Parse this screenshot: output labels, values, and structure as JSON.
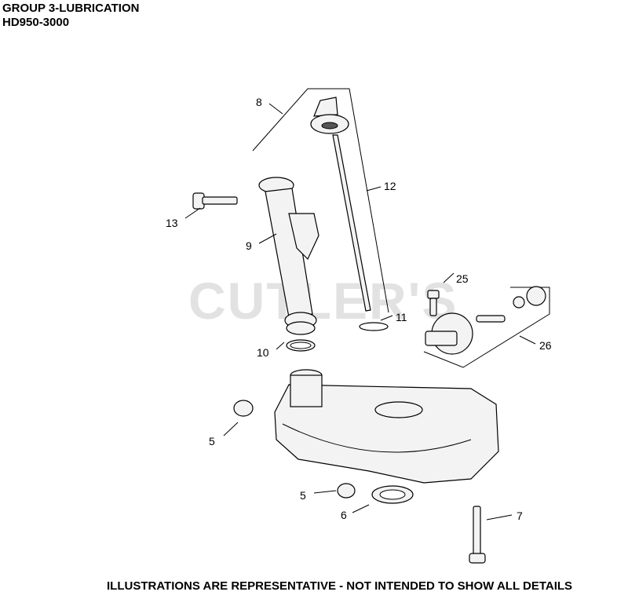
{
  "header": {
    "title": "GROUP 3-LUBRICATION",
    "model": "HD950-3000"
  },
  "watermark": "CUTLER'S",
  "footer": "ILLUSTRATIONS ARE REPRESENTATIVE - NOT INTENDED TO SHOW ALL DETAILS",
  "callouts": {
    "c8": "8",
    "c12": "12",
    "c13": "13",
    "c9": "9",
    "c25": "25",
    "c11": "11",
    "c10": "10",
    "c26": "26",
    "c5a": "5",
    "c5b": "5",
    "c6": "6",
    "c7": "7"
  }
}
